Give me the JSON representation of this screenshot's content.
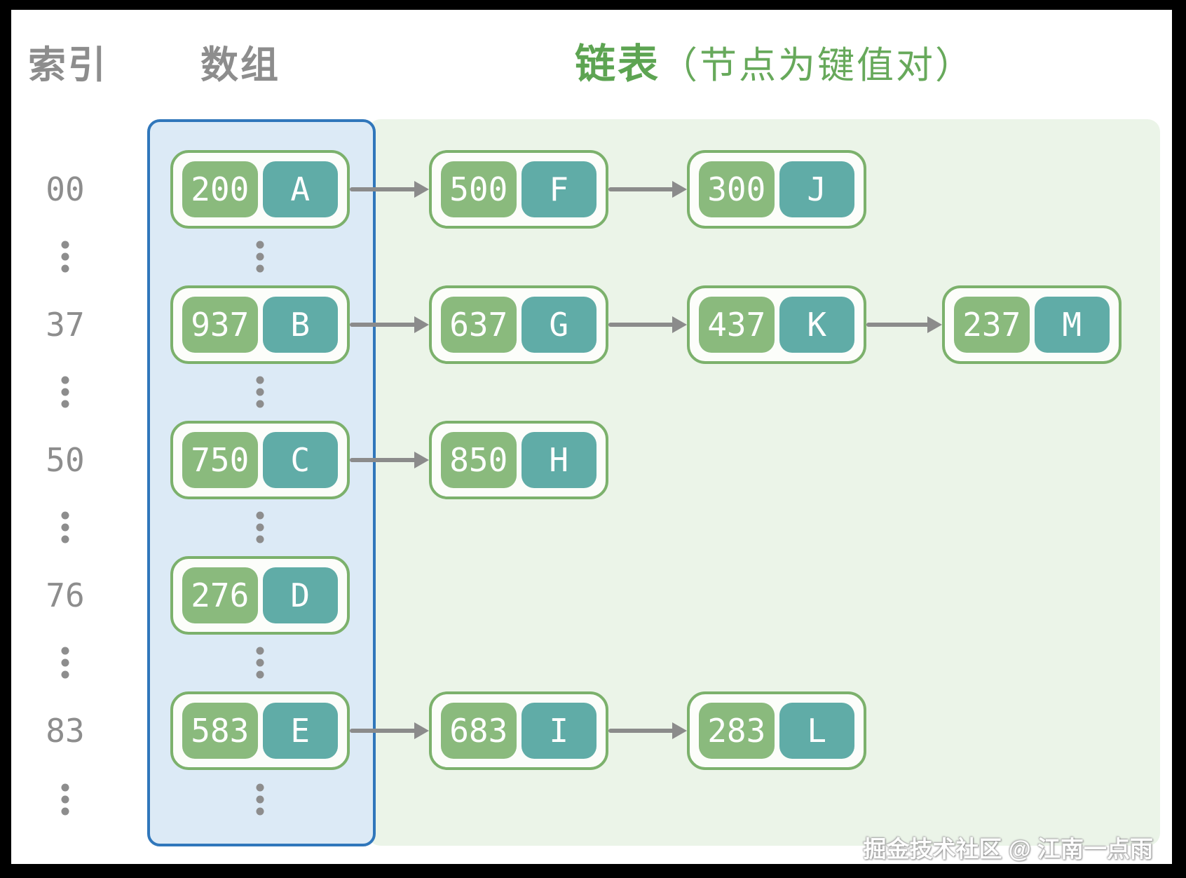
{
  "header": {
    "index": "索引",
    "array": "数组",
    "list_bold": "链表",
    "list_note": "（节点为键值对）"
  },
  "rows": [
    {
      "index": "00",
      "nodes": [
        {
          "key": "200",
          "value": "A"
        },
        {
          "key": "500",
          "value": "F"
        },
        {
          "key": "300",
          "value": "J"
        }
      ]
    },
    {
      "index": "37",
      "nodes": [
        {
          "key": "937",
          "value": "B"
        },
        {
          "key": "637",
          "value": "G"
        },
        {
          "key": "437",
          "value": "K"
        },
        {
          "key": "237",
          "value": "M"
        }
      ]
    },
    {
      "index": "50",
      "nodes": [
        {
          "key": "750",
          "value": "C"
        },
        {
          "key": "850",
          "value": "H"
        }
      ]
    },
    {
      "index": "76",
      "nodes": [
        {
          "key": "276",
          "value": "D"
        }
      ]
    },
    {
      "index": "83",
      "nodes": [
        {
          "key": "583",
          "value": "E"
        },
        {
          "key": "683",
          "value": "I"
        },
        {
          "key": "283",
          "value": "L"
        }
      ]
    }
  ],
  "watermark": "掘金技术社区 @ 江南一点雨",
  "colors": {
    "key_green": "#8aba7d",
    "value_teal": "#60aca7",
    "node_border": "#7cb16c",
    "array_fill": "#dceaf6",
    "array_border": "#3077bb",
    "list_fill": "#ebf4e8",
    "header_green": "#5da452",
    "header_green_light": "#67a95b",
    "text_gray": "#8d8d8d",
    "arrow_gray": "#8b8b8b"
  }
}
